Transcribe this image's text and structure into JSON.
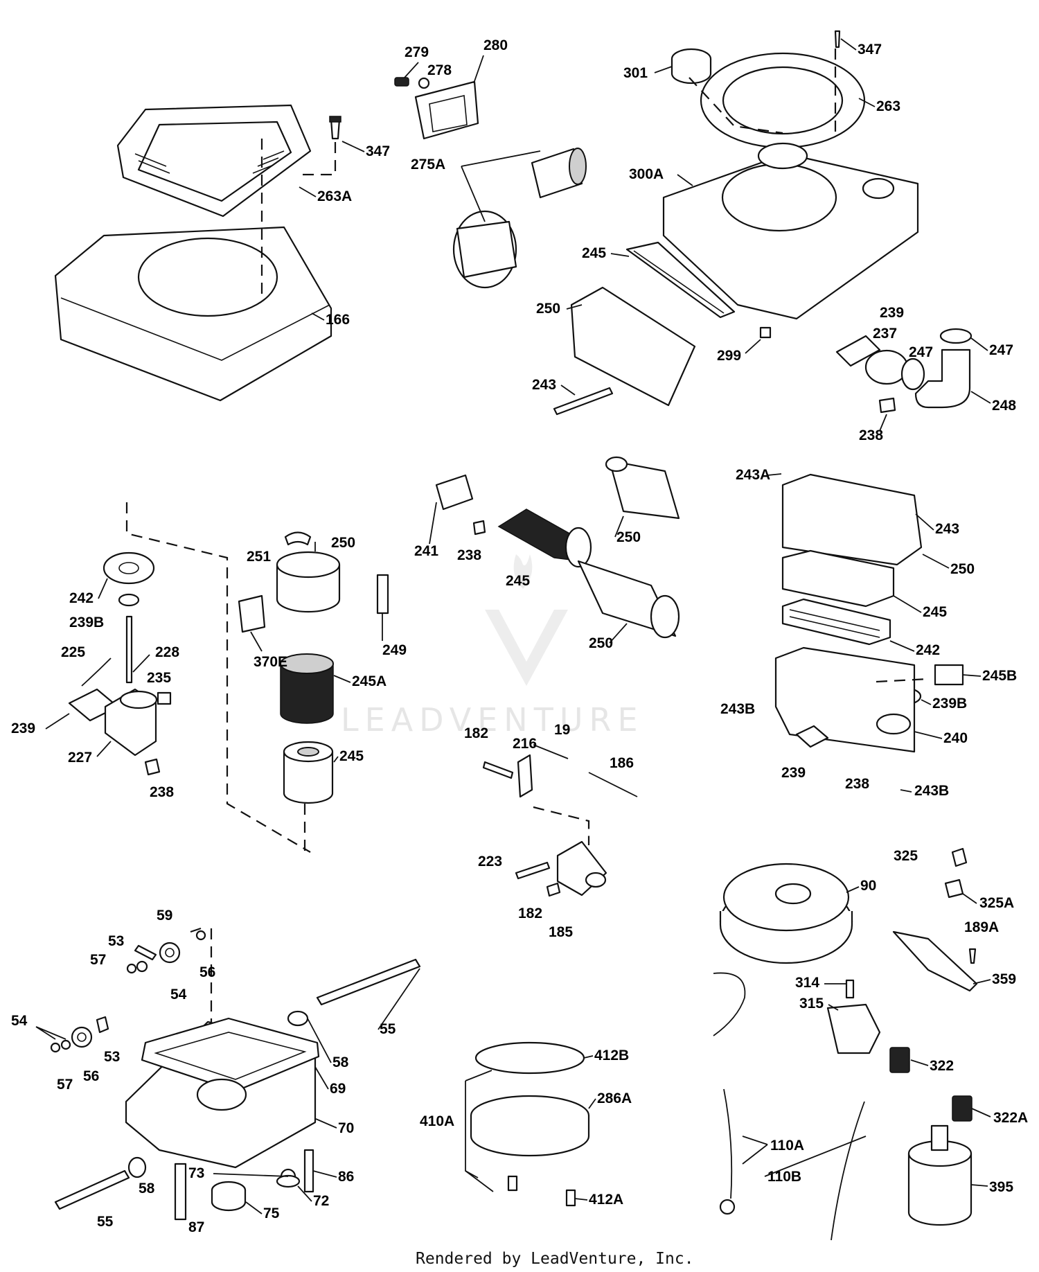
{
  "footer": "Rendered by LeadVenture, Inc.",
  "watermark": "LEADVENTURE",
  "labels": {
    "l166": "166",
    "l263A": "263A",
    "l347a": "347",
    "l279": "279",
    "l278": "278",
    "l280": "280",
    "l275A": "275A",
    "l301": "301",
    "l347b": "347",
    "l263": "263",
    "l300A": "300A",
    "l245a": "245",
    "l250a": "250",
    "l243a": "243",
    "l299": "299",
    "l239a": "239",
    "l237": "237",
    "l247a": "247",
    "l247b": "247",
    "l248": "248",
    "l238a": "238",
    "l251": "251",
    "l250b": "250",
    "l242a": "242",
    "l239B": "239B",
    "l249": "249",
    "l370E": "370E",
    "l225": "225",
    "l228": "228",
    "l235": "235",
    "l239b": "239",
    "l227": "227",
    "l238b": "238",
    "l245A": "245A",
    "l245b": "245",
    "l241": "241",
    "l238c": "238",
    "l245c": "245",
    "l250c": "250",
    "l250d": "250",
    "l243A": "243A",
    "l243b": "243",
    "l250e": "250",
    "l245d": "245",
    "l242b": "242",
    "l245B": "245B",
    "l239Bb": "239B",
    "l243Ba": "243B",
    "l240": "240",
    "l239c": "239",
    "l238d": "238",
    "l243Bb": "243B",
    "l182a": "182",
    "l216": "216",
    "l19": "19",
    "l186": "186",
    "l223": "223",
    "l182b": "182",
    "l185": "185",
    "l325": "325",
    "l325A": "325A",
    "l90": "90",
    "l189A": "189A",
    "l359": "359",
    "l314": "314",
    "l315": "315",
    "l322": "322",
    "l322A": "322A",
    "l110A": "110A",
    "l110B": "110B",
    "l395": "395",
    "l59": "59",
    "l53a": "53",
    "l57a": "57",
    "l56a": "56",
    "l54a": "54",
    "l54b": "54",
    "l57b": "57",
    "l56b": "56",
    "l53b": "53",
    "l55a": "55",
    "l58a": "58",
    "l69": "69",
    "l70": "70",
    "l73": "73",
    "l86": "86",
    "l72": "72",
    "l75": "75",
    "l58b": "58",
    "l55b": "55",
    "l87": "87",
    "l412B": "412B",
    "l410A": "410A",
    "l286A": "286A",
    "l412A": "412A"
  }
}
